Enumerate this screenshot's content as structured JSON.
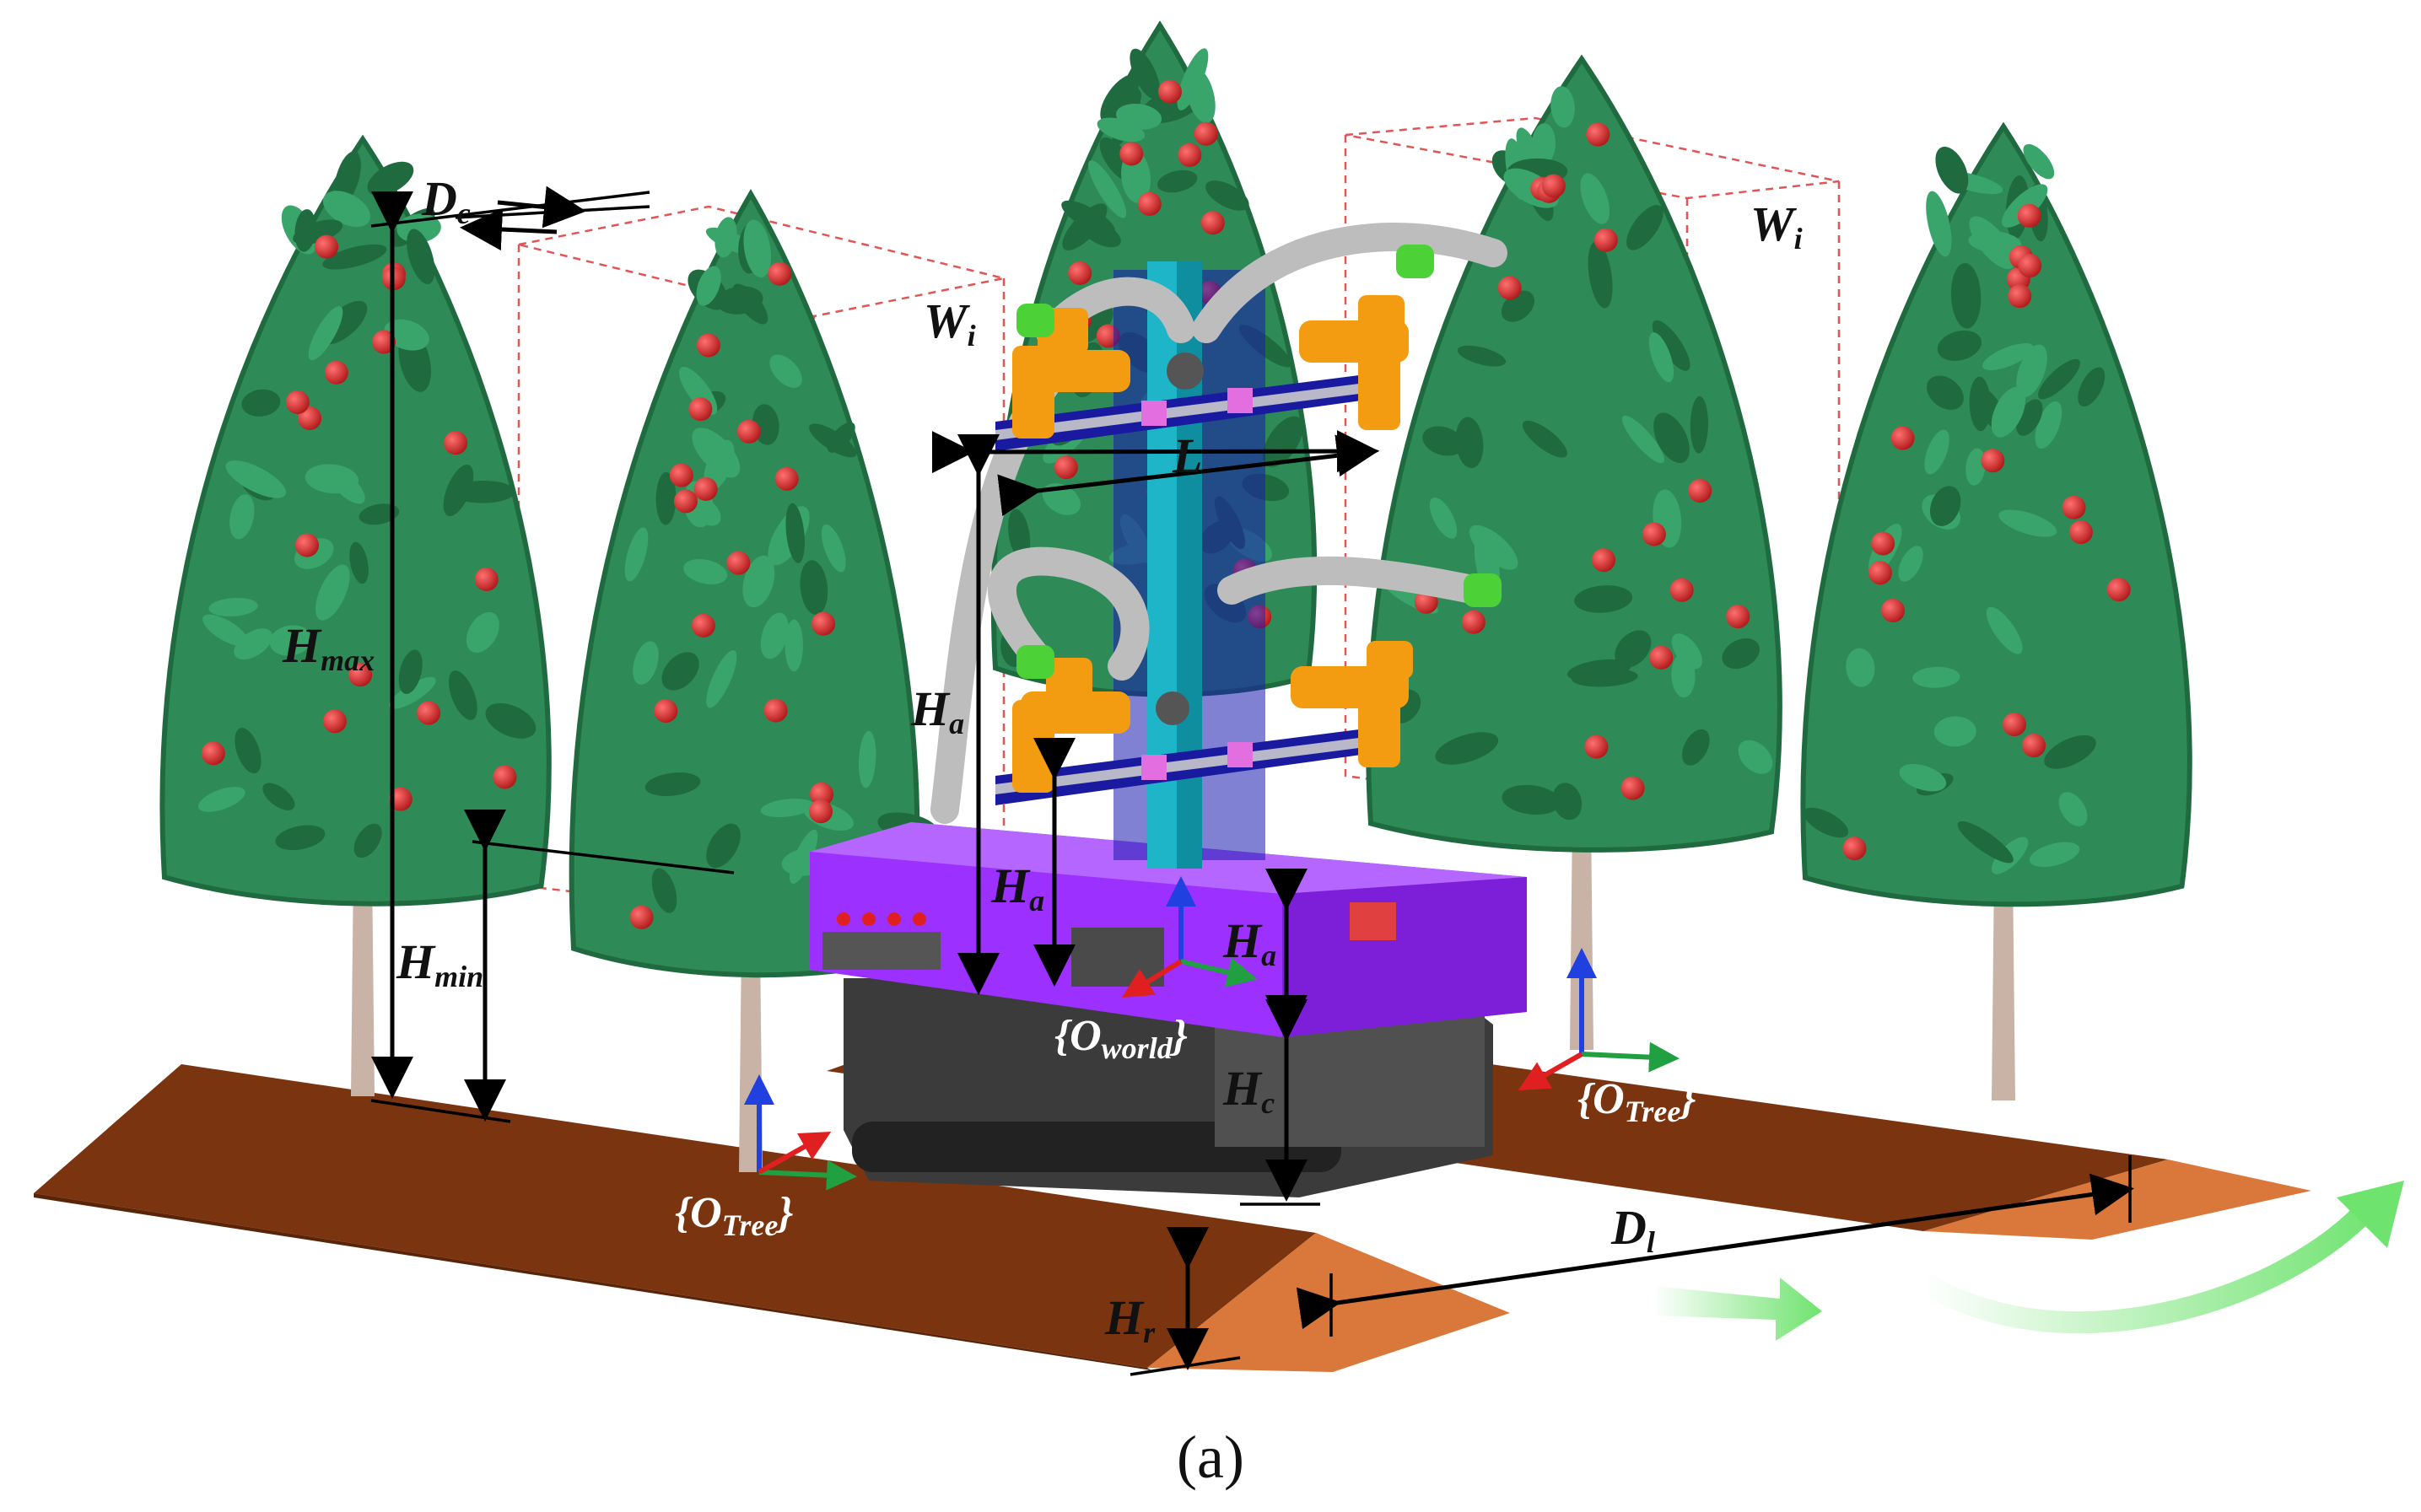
{
  "labels": {
    "d_c": {
      "main": "D",
      "sub": "c"
    },
    "w_i_left": {
      "main": "W",
      "sub": "i"
    },
    "w_i_right": {
      "main": "W",
      "sub": "i"
    },
    "h_max": {
      "main": "H",
      "sub": "max"
    },
    "h_min": {
      "main": "H",
      "sub": "min"
    },
    "l": {
      "main": "L",
      "sub": ""
    },
    "h_a_upper": {
      "main": "H",
      "sub": "a"
    },
    "h_a_mid": {
      "main": "H",
      "sub": "a"
    },
    "h_a_body": {
      "main": "H",
      "sub": "a"
    },
    "h_c": {
      "main": "H",
      "sub": "c"
    },
    "h_r": {
      "main": "H",
      "sub": "r"
    },
    "d_l": {
      "main": "D",
      "sub": "l"
    },
    "o_world": {
      "open": "{",
      "main": "O",
      "sub": "world",
      "close": "}"
    },
    "o_tree_left": {
      "open": "{",
      "main": "O",
      "sub": "Tree",
      "close": "}"
    },
    "o_tree_right": {
      "open": "{",
      "main": "O",
      "sub": "Tree",
      "close": "}"
    }
  },
  "caption": "(a)",
  "colors": {
    "foliage": "#2e8b57",
    "foliage_dark": "#1f6b3f",
    "apple": "#d42a2a",
    "trunk": "#c8b3a6",
    "ridge_top": "#7a3410",
    "ridge_side": "#d9783a",
    "robot_body": "#9b30ff",
    "tracks": "#3b3b3b",
    "column": "#1fb5c9",
    "arm": "#f39c12",
    "gripper": "#4cd137",
    "hose": "#c8c8c8",
    "rail": "#1a1aa0",
    "axis_x": "#e02020",
    "axis_y": "#20a040",
    "axis_z": "#2040e0",
    "motion_arrow": "#6ee36e"
  }
}
